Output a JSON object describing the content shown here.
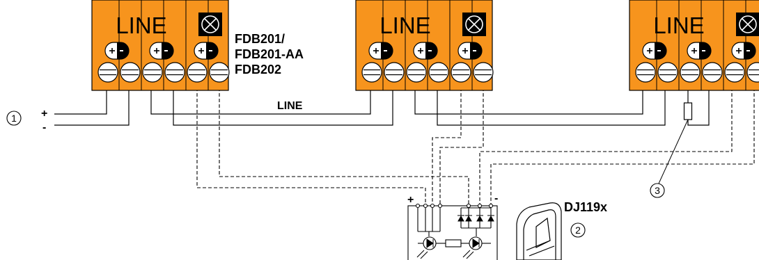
{
  "terminal_block": {
    "line_label": "LINE",
    "polarity_plus": "+",
    "polarity_minus": "-",
    "color": "#F7941D"
  },
  "model_labels": [
    "FDB201/",
    "FDB201-AA",
    "FDB202"
  ],
  "wire_label": "LINE",
  "supply": {
    "callout": "1",
    "plus": "+",
    "minus": "-"
  },
  "indicator": {
    "plus": "+",
    "minus": "-"
  },
  "remote_indicator": {
    "model": "DJ119x",
    "callout": "2"
  },
  "resistor_callout": "3",
  "colors": {
    "block_fill": "#F7941D",
    "wire": "#000000",
    "background": "#FFFFFF"
  }
}
